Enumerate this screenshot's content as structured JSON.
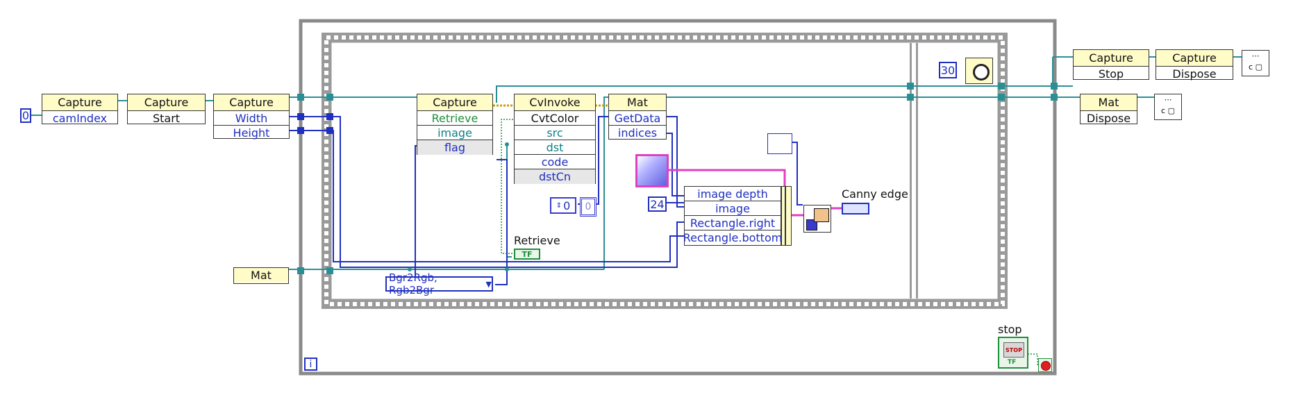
{
  "constants": {
    "cam_index": "0",
    "wait_ms": "30",
    "height_24": "24",
    "index_zero": "0",
    "array_zero": "0"
  },
  "nodes": {
    "capture_ctor": {
      "title": "Capture",
      "inputs": [
        "camIndex"
      ]
    },
    "capture_start": {
      "title": "Capture",
      "rows": [
        "Start"
      ]
    },
    "capture_props": {
      "title": "Capture",
      "rows": [
        "Width",
        "Height"
      ]
    },
    "capture_retrieve": {
      "title": "Capture",
      "rows": [
        "Retrieve",
        "image",
        "flag"
      ]
    },
    "cvinvoke": {
      "title": "CvInvoke",
      "rows": [
        "CvtColor",
        "src",
        "dst",
        "code",
        "dstCn"
      ]
    },
    "mat_getdata": {
      "title": "Mat",
      "rows": [
        "GetData",
        "indices"
      ]
    },
    "mat_ctor": {
      "title": "Mat"
    },
    "bundle": {
      "rows": [
        "image depth",
        "image",
        "Rectangle.right",
        "Rectangle.bottom"
      ]
    },
    "capture_stop": {
      "title": "Capture",
      "rows": [
        "Stop"
      ]
    },
    "capture_dispose": {
      "title": "Capture",
      "rows": [
        "Dispose"
      ]
    },
    "mat_dispose": {
      "title": "Mat",
      "rows": [
        "Dispose"
      ]
    }
  },
  "enum_constant": "Bgr2Rgb, Rgb2Bgr",
  "labels": {
    "retrieve": "Retrieve",
    "canny_edge": "Canny edge",
    "stop": "stop",
    "stop_button": "STOP",
    "tf": "TF",
    "loop_iteration": "i"
  },
  "colors": {
    "wire_teal": "#2a8f94",
    "wire_blue": "#1f2fbf",
    "wire_pink": "#e040c0",
    "wire_green": "#1e8f3a",
    "node_header": "#fffcc8",
    "frame_gray": "#8a8a8a"
  }
}
